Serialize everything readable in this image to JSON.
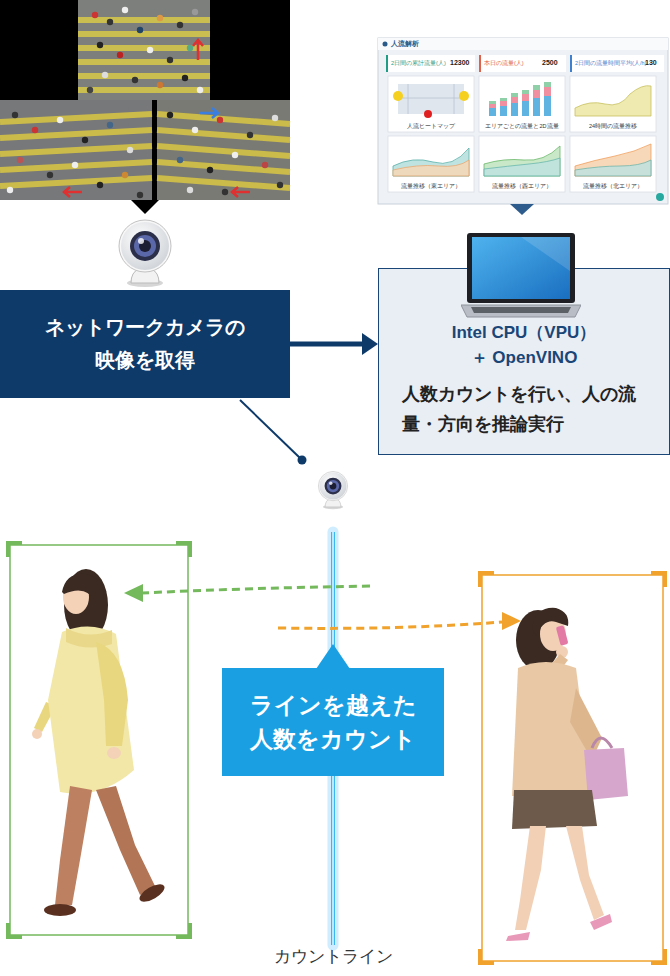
{
  "diagram": {
    "nodes": [
      {
        "text": [
          "ネットワークカメラの 映像を取得"
        ]
      },
      {
        "text": [
          "Intel CPU（VPU） ＋ OpenVINO",
          "人数カウントを行い、人の流 量・方向を推論実行"
        ]
      },
      {
        "text": [
          "ラインを越えた 人数をカウント"
        ]
      }
    ],
    "edges": [
      {
        "from": 0,
        "to": 1,
        "arrow": "to"
      }
    ],
    "labels": [
      "人流解析",
      "2日間の累計流量(人)",
      "12300",
      "本日の流量(人)",
      "2500",
      "2日間の流量時間平均(人/h)",
      "130",
      "人流ヒートマップ",
      "エリアごとの流量と2D流量",
      "24時間の流量推移",
      "流量推移（東エリア）",
      "流量推移（西エリア）",
      "流量推移（北エリア）",
      "カウントライン"
    ]
  }
}
